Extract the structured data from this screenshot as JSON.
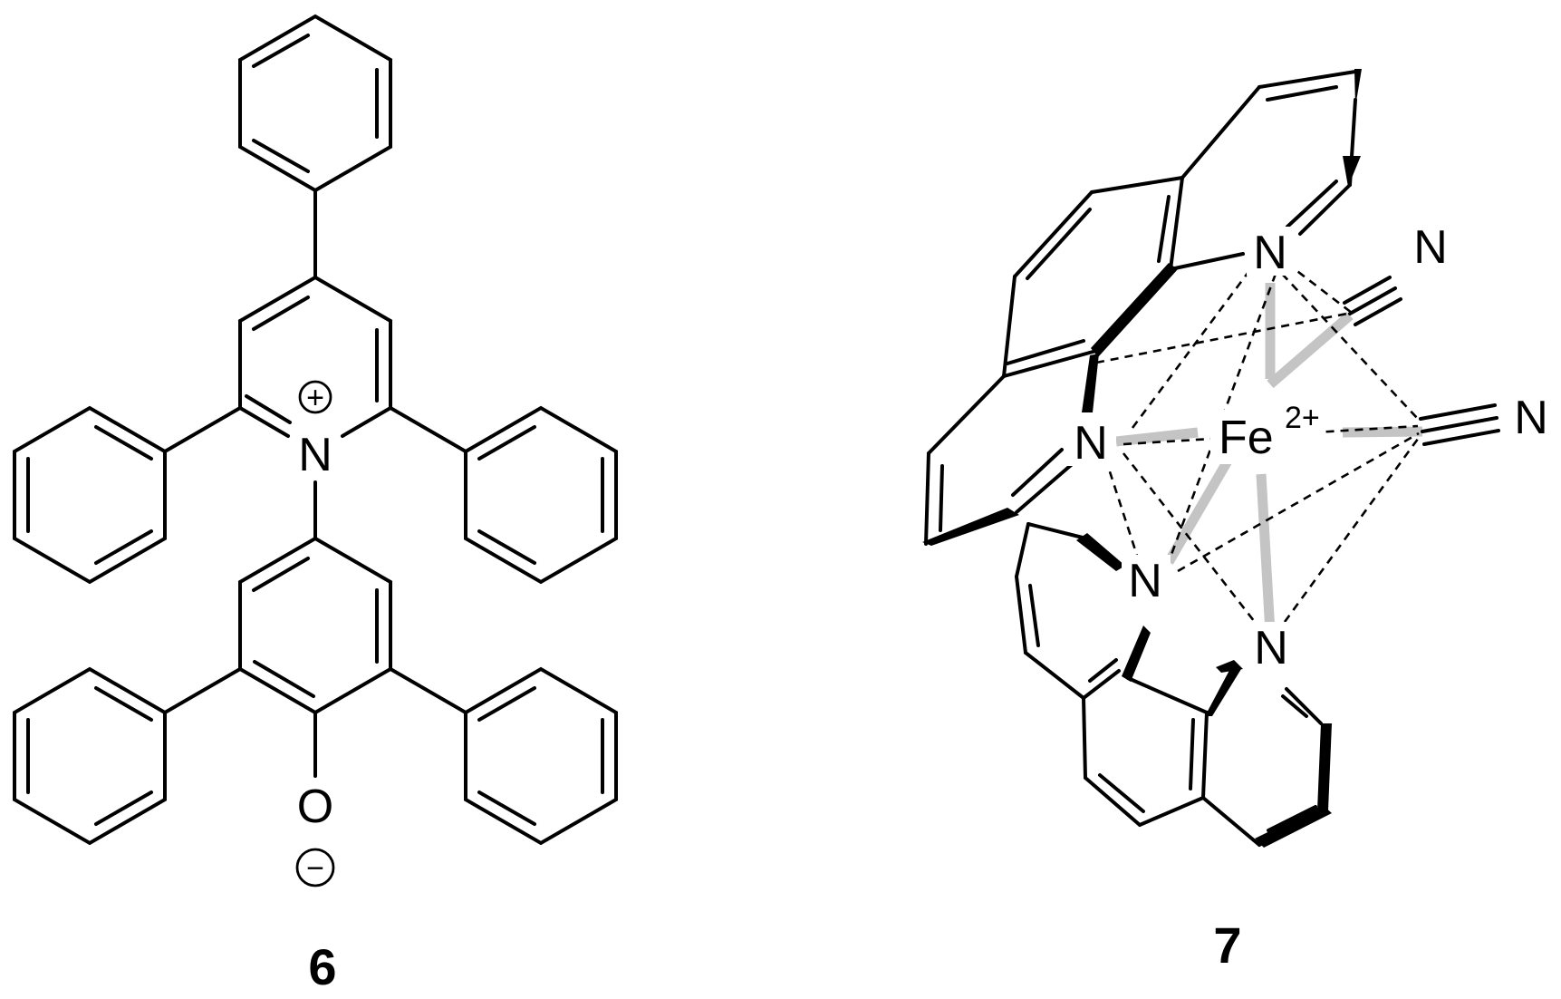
{
  "figure": {
    "compound_6": {
      "number": "6",
      "atom_labels": {
        "pyridinium_N": "N",
        "phenolate_O": "O",
        "positive_charge": "+",
        "negative_charge": "−"
      }
    },
    "compound_7": {
      "number": "7",
      "atom_labels": {
        "metal": "Fe",
        "metal_charge": "2+",
        "N_top": "N",
        "N_left": "N",
        "N_lower_left": "N",
        "N_lower_right": "N",
        "cyano_N_top": "N",
        "cyano_N_right": "N"
      }
    },
    "colors": {
      "ink": "#000000",
      "coordination_bonds": "#c4c4c4",
      "background": "#ffffff"
    }
  }
}
